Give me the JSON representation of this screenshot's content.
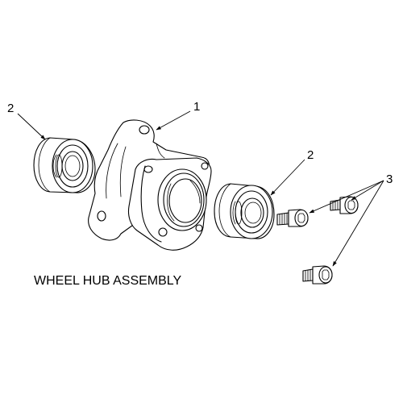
{
  "diagram": {
    "title": "WHEEL HUB ASSEMBLY",
    "callouts": {
      "hub": "1",
      "bearing_left": "2",
      "bearing_right": "2",
      "screws": "3"
    }
  }
}
